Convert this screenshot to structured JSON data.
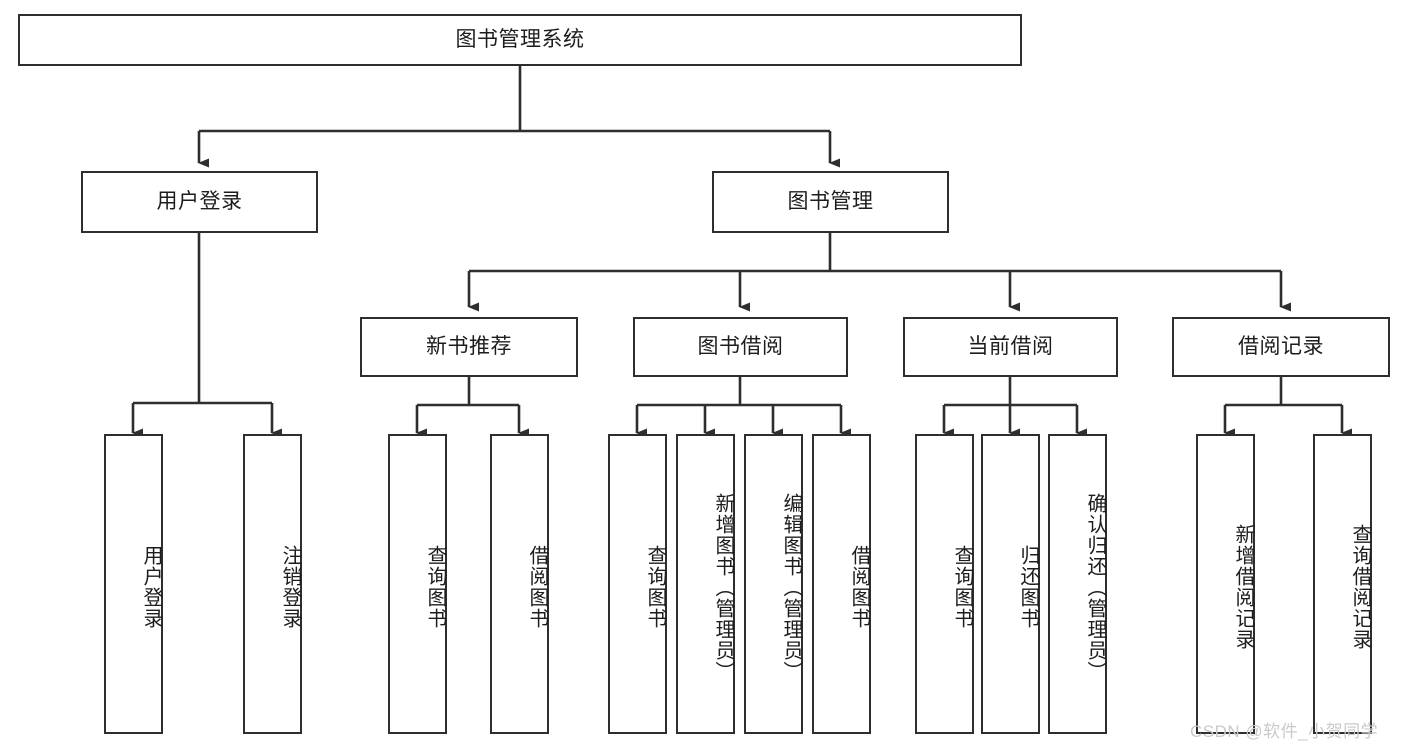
{
  "diagram": {
    "type": "tree-hierarchy",
    "title": "图书管理系统",
    "orientation": "top-down",
    "colors": {
      "box_border": "#2e2e2e",
      "box_fill": "#ffffff",
      "edge": "#2e2e2e",
      "text": "#1d1d1d",
      "watermark": "#c9c9c9",
      "background": "#ffffff"
    }
  },
  "root": {
    "label": "图书管理系统"
  },
  "level2": [
    {
      "label": "用户登录"
    },
    {
      "label": "图书管理"
    }
  ],
  "level3": [
    {
      "label": "新书推荐"
    },
    {
      "label": "图书借阅"
    },
    {
      "label": "当前借阅"
    },
    {
      "label": "借阅记录"
    }
  ],
  "leaves": {
    "user_login": [
      {
        "label": "用户登录"
      },
      {
        "label": "注销登录"
      }
    ],
    "new_book_recommend": [
      {
        "label": "查询图书"
      },
      {
        "label": "借阅图书"
      }
    ],
    "book_borrow": [
      {
        "label": "查询图书"
      },
      {
        "label": "新增图书（管理员）"
      },
      {
        "label": "编辑图书（管理员）"
      },
      {
        "label": "借阅图书"
      }
    ],
    "current_borrow": [
      {
        "label": "查询图书"
      },
      {
        "label": "归还图书"
      },
      {
        "label": "确认归还（管理员）"
      }
    ],
    "borrow_record": [
      {
        "label": "新增借阅记录"
      },
      {
        "label": "查询借阅记录"
      }
    ]
  },
  "watermark": {
    "text": "CSDN @软件_小贺同学"
  }
}
